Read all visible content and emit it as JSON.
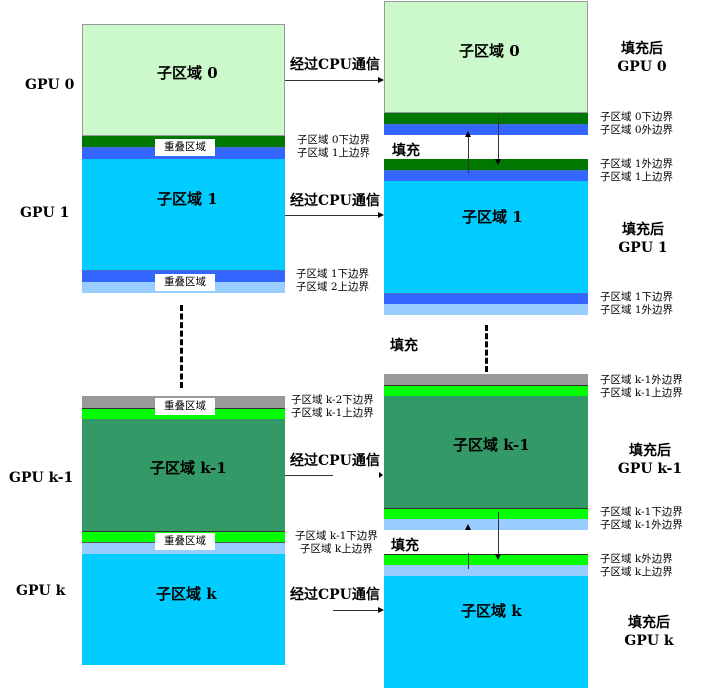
{
  "left": {
    "gpu_labels": [
      "GPU 0",
      "GPU 1",
      "GPU k-1",
      "GPU k"
    ],
    "subdomains": [
      "子区域 0",
      "子区域 1",
      "子区域 k-1",
      "子区域 k"
    ],
    "overlap_label": "重叠区域",
    "boundary_labels": [
      [
        "子区域 0下边界",
        "子区域 1上边界"
      ],
      [
        "子区域 1下边界",
        "子区域 2上边界"
      ],
      [
        "子区域 k-2下边界",
        "子区域 k-1上边界"
      ],
      [
        "子区域 k-1下边界",
        "子区域 k上边界"
      ]
    ]
  },
  "arrows": {
    "comm_label": "经过CPU通信"
  },
  "right": {
    "fill_label": "填充",
    "after_label": "填充后",
    "gpu_labels": [
      "GPU 0",
      "GPU 1",
      "GPU k-1",
      "GPU k"
    ],
    "subdomains": [
      "子区域 0",
      "子区域 1",
      "子区域 k-1",
      "子区域 k"
    ],
    "boundary_labels": [
      [
        "子区域 0下边界",
        "子区域 0外边界"
      ],
      [
        "子区域 1外边界",
        "子区域 1上边界"
      ],
      [
        "子区域 1下边界",
        "子区域 1外边界"
      ],
      [
        "子区域 k-1外边界",
        "子区域 k-1上边界"
      ],
      [
        "子区域 k-1下边界",
        "子区域 k-1外边界"
      ],
      [
        "子区域 k外边界",
        "子区域 k上边界"
      ]
    ]
  },
  "colors": {
    "light_green": "#ccf9cc",
    "dark_green": "#007700",
    "blue": "#3366ff",
    "cyan": "#00ccff",
    "light_blue": "#99ccff",
    "gray": "#999999",
    "bright_green": "#00ff00",
    "sea_green": "#339966"
  }
}
